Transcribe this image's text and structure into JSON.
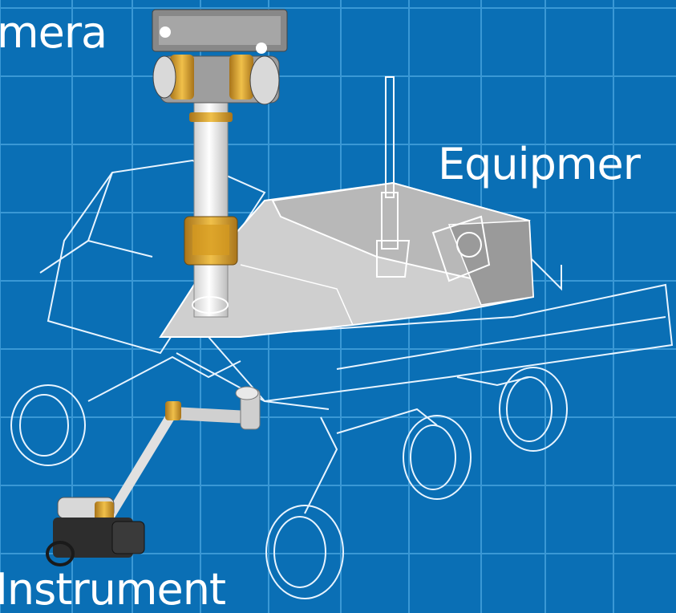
{
  "labels": {
    "camera": "mera",
    "equipment": "Equipmer",
    "instrument": "Instrument"
  },
  "colors": {
    "background": "#0a6fb5",
    "grid": "#4aa6e0",
    "outline": "#e8f4ff",
    "deck": "#c9c9c9",
    "deck_dark": "#9a9a9a",
    "joint": "#d69a1e",
    "label": "#ffffff"
  },
  "icons": [
    "mast-camera-icon",
    "robotic-arm-icon",
    "instrument-head-icon",
    "rover-wheel-icon"
  ]
}
